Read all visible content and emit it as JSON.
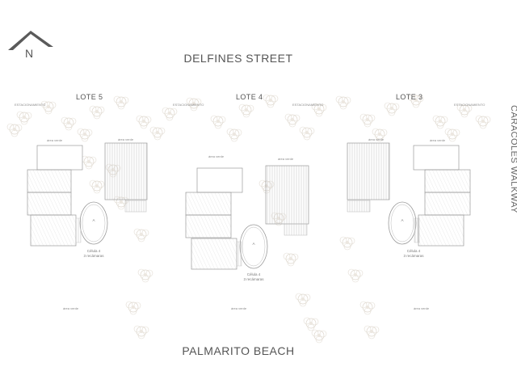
{
  "compass": {
    "letter": "N"
  },
  "streets": {
    "top": "DELFINES STREET",
    "bottom": "PALMARITO BEACH",
    "side": "CARACOLES WALKWAY"
  },
  "lots": [
    {
      "title": "LOTE 5",
      "parking": "ESTACIONAMIENTO",
      "zone": "área verde",
      "unit": "Célula 4",
      "rooms": "3 recámaras",
      "pool": "A"
    },
    {
      "title": "LOTE 4",
      "parking": "ESTACIONAMIENTO",
      "zone": "área verde",
      "unit": "Célula 4",
      "rooms": "3 recámaras",
      "pool": "A"
    },
    {
      "title": "LOTE 3",
      "parking": "ESTACIONAMIENTO",
      "zone": "área verde",
      "unit": "Célula 4",
      "rooms": "3 recámaras",
      "pool": "A"
    }
  ],
  "parking_right": "ESTACIONAMIENTO",
  "colors": {
    "line": "#9a9a9a",
    "foliage": "#e4dfd8",
    "compass": "#5a5a5a"
  }
}
